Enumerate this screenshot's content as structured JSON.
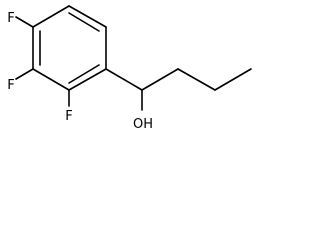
{
  "diagram": {
    "type": "structural-formula",
    "atoms": [
      {
        "id": "f_top",
        "element": "F"
      },
      {
        "id": "f_mid",
        "element": "F"
      },
      {
        "id": "f_low",
        "element": "F"
      },
      {
        "id": "oh",
        "element": "OH"
      }
    ],
    "colors": {
      "bond": "#000000",
      "label": "#000000",
      "background": "#ffffff"
    }
  }
}
